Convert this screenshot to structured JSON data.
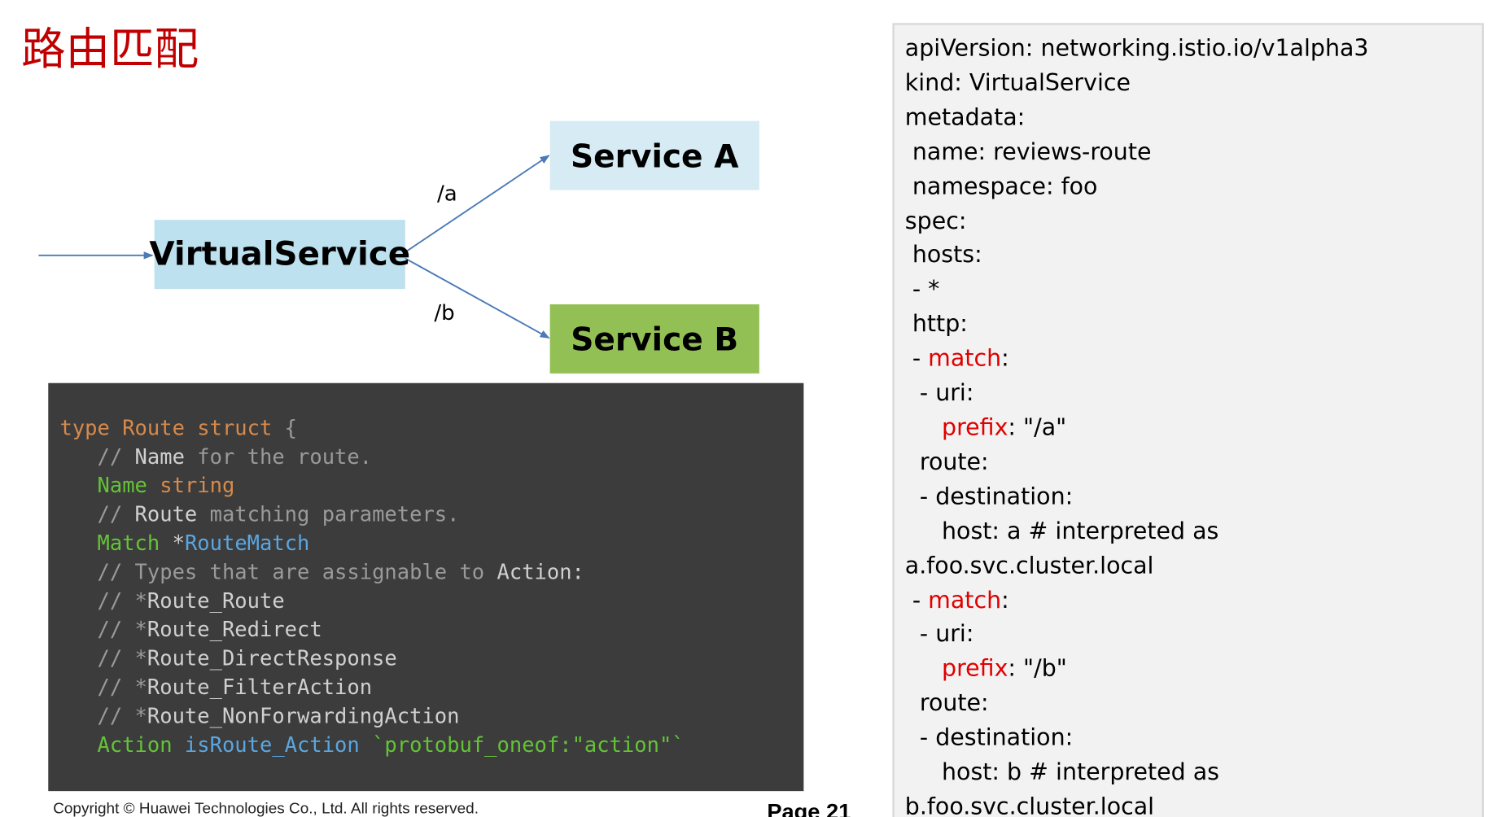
{
  "title": "路由匹配",
  "diagram": {
    "virtualservice": "VirtualService",
    "service_a": "Service A",
    "service_b": "Service B",
    "edge_a": "/a",
    "edge_b": "/b",
    "colors": {
      "virtualservice_fill": "#bde1ee",
      "service_a_fill": "#d6ebf4",
      "service_b_fill": "#93c054",
      "arrow": "#4a7ab8"
    }
  },
  "code": {
    "lines": [
      [
        {
          "t": "type ",
          "s": "kw"
        },
        {
          "t": "Route ",
          "s": "kw"
        },
        {
          "t": "struct ",
          "s": "kw"
        },
        {
          "t": "{",
          "s": "grey"
        }
      ],
      [
        {
          "t": "   // ",
          "s": "grey"
        },
        {
          "t": "Name ",
          "s": "lt"
        },
        {
          "t": "for the route.",
          "s": "grey"
        }
      ],
      [
        {
          "t": "   ",
          "s": "grey"
        },
        {
          "t": "Name ",
          "s": "grn"
        },
        {
          "t": "string",
          "s": "kw"
        }
      ],
      [
        {
          "t": "   // ",
          "s": "grey"
        },
        {
          "t": "Route ",
          "s": "lt"
        },
        {
          "t": "matching parameters.",
          "s": "grey"
        }
      ],
      [
        {
          "t": "   ",
          "s": "grey"
        },
        {
          "t": "Match ",
          "s": "grn"
        },
        {
          "t": "*",
          "s": "lt"
        },
        {
          "t": "RouteMatch",
          "s": "blu"
        }
      ],
      [
        {
          "t": "   // ",
          "s": "grey"
        },
        {
          "t": "Types that are assignable to ",
          "s": "grey"
        },
        {
          "t": "Action:",
          "s": "lt"
        }
      ],
      [
        {
          "t": "   // *",
          "s": "grey"
        },
        {
          "t": "Route_Route",
          "s": "lt"
        }
      ],
      [
        {
          "t": "   // *",
          "s": "grey"
        },
        {
          "t": "Route_Redirect",
          "s": "lt"
        }
      ],
      [
        {
          "t": "   // *",
          "s": "grey"
        },
        {
          "t": "Route_DirectResponse",
          "s": "lt"
        }
      ],
      [
        {
          "t": "   // *",
          "s": "grey"
        },
        {
          "t": "Route_FilterAction",
          "s": "lt"
        }
      ],
      [
        {
          "t": "   // *",
          "s": "grey"
        },
        {
          "t": "Route_NonForwardingAction",
          "s": "lt"
        }
      ],
      [
        {
          "t": "   ",
          "s": "grey"
        },
        {
          "t": "Action ",
          "s": "grn"
        },
        {
          "t": "isRoute_Action ",
          "s": "blu"
        },
        {
          "t": "`protobuf_oneof:\"action\"`",
          "s": "str"
        }
      ]
    ]
  },
  "footer": {
    "copyright": "Copyright © Huawei Technologies Co., Ltd. All rights reserved.",
    "page": "Page 21"
  },
  "yaml": {
    "lines": [
      [
        {
          "t": "apiVersion: networking.istio.io/v1alpha3"
        }
      ],
      [
        {
          "t": "kind: VirtualService"
        }
      ],
      [
        {
          "t": "metadata:"
        }
      ],
      [
        {
          "t": " name: reviews-route"
        }
      ],
      [
        {
          "t": " namespace: foo"
        }
      ],
      [
        {
          "t": "spec:"
        }
      ],
      [
        {
          "t": " hosts:"
        }
      ],
      [
        {
          "t": " - *"
        }
      ],
      [
        {
          "t": " http:"
        }
      ],
      [
        {
          "t": " - "
        },
        {
          "t": "match",
          "red": true
        },
        {
          "t": ":"
        }
      ],
      [
        {
          "t": "  - uri:"
        }
      ],
      [
        {
          "t": "     "
        },
        {
          "t": "prefix",
          "red": true
        },
        {
          "t": ": \"/a\""
        }
      ],
      [
        {
          "t": "  route:"
        }
      ],
      [
        {
          "t": "  - destination:"
        }
      ],
      [
        {
          "t": "     host: a # interpreted as"
        }
      ],
      [
        {
          "t": "a.foo.svc.cluster.local"
        }
      ],
      [
        {
          "t": " - "
        },
        {
          "t": "match",
          "red": true
        },
        {
          "t": ":"
        }
      ],
      [
        {
          "t": "  - uri:"
        }
      ],
      [
        {
          "t": "     "
        },
        {
          "t": "prefix",
          "red": true
        },
        {
          "t": ": \"/b\""
        }
      ],
      [
        {
          "t": "  route:"
        }
      ],
      [
        {
          "t": "  - destination:"
        }
      ],
      [
        {
          "t": "     host: b # interpreted as"
        }
      ],
      [
        {
          "t": "b.foo.svc.cluster.local"
        }
      ]
    ]
  }
}
